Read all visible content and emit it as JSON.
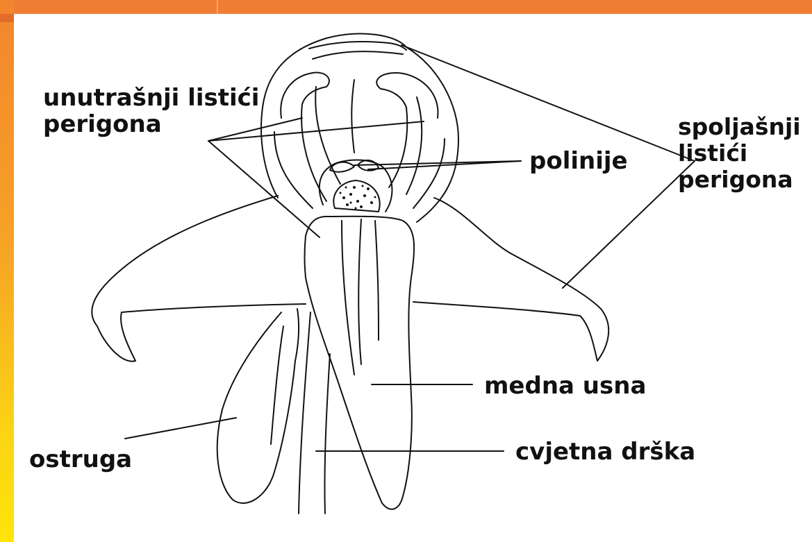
{
  "labels": {
    "inner_tepals": [
      "unutrašnji listići",
      "perigona"
    ],
    "outer_tepals": [
      "spoljašnji",
      "listići",
      "perigona"
    ],
    "pollinia": "polinije",
    "labellum": "medna usna",
    "spur": "ostruga",
    "pedicel": "cvjetna drška"
  },
  "colors": {
    "frame_top": "#f07d34",
    "frame_gradient": [
      "#f2852e",
      "#f6a326",
      "#fbd414",
      "#ffe40a"
    ],
    "ink": "#111111",
    "background": "#ffffff"
  }
}
